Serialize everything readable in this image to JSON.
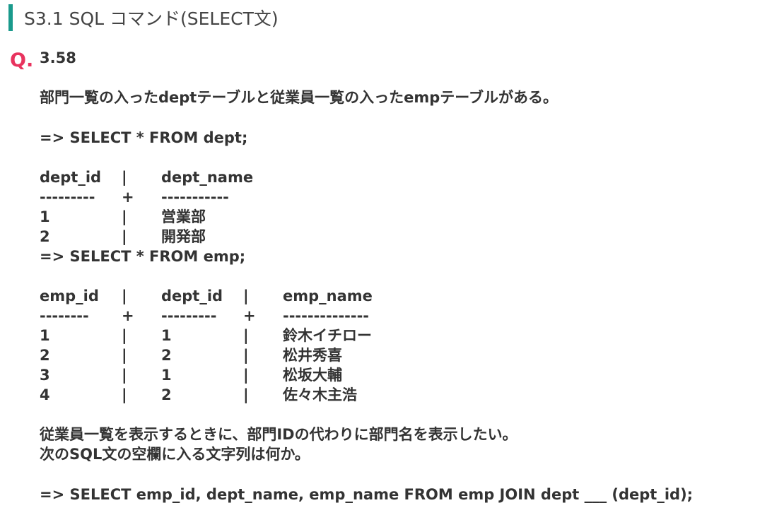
{
  "header": {
    "title": "S3.1 SQL コマンド(SELECT文)"
  },
  "question": {
    "mark": "Q.",
    "number": "3.58"
  },
  "intro": "部門一覧の入ったdeptテーブルと従業員一覧の入ったempテーブルがある。",
  "query1": "=> SELECT * FROM dept;",
  "dept_table": {
    "headers": [
      "dept_id",
      "|",
      "dept_name"
    ],
    "separator": [
      "---------",
      "+",
      "-----------"
    ],
    "rows": [
      [
        "1",
        "|",
        "営業部"
      ],
      [
        "2",
        "|",
        "開発部"
      ]
    ]
  },
  "query2": "=> SELECT * FROM emp;",
  "emp_table": {
    "headers": [
      "emp_id",
      "|",
      "dept_id",
      "|",
      "emp_name"
    ],
    "separator": [
      "--------",
      "+",
      "---------",
      "+",
      "--------------"
    ],
    "rows": [
      [
        "1",
        "|",
        "1",
        "|",
        "鈴木イチロー"
      ],
      [
        "2",
        "|",
        "2",
        "|",
        "松井秀喜"
      ],
      [
        "3",
        "|",
        "1",
        "|",
        "松坂大輔"
      ],
      [
        "4",
        "|",
        "2",
        "|",
        "佐々木主浩"
      ]
    ]
  },
  "instruction1": "従業員一覧を表示するときに、部門IDの代わりに部門名を表示したい。",
  "instruction2": "次のSQL文の空欄に入る文字列は何か。",
  "query3": "=> SELECT emp_id, dept_name, emp_name FROM emp JOIN dept ___ (dept_id);"
}
